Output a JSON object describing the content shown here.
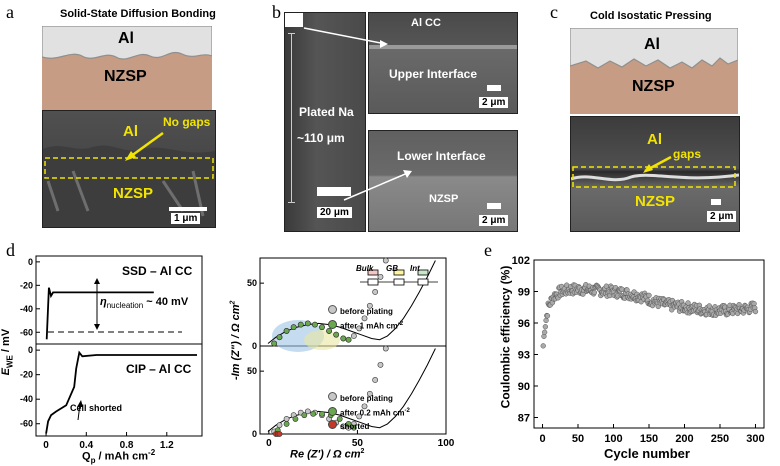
{
  "panels": {
    "a": {
      "label": "a",
      "title": "Solid-State Diffusion Bonding",
      "schematic": {
        "top": "Al",
        "bottom": "NZSP"
      },
      "sem": {
        "al": "Al",
        "nzsp": "NZSP",
        "annotation": "No gaps",
        "scale": "1 μm"
      }
    },
    "b": {
      "label": "b",
      "left": {
        "plated": "Plated Na",
        "thickness": "~110 μm",
        "scale": "20 μm"
      },
      "upper": {
        "cc": "Al CC",
        "interface": "Upper Interface",
        "scale": "2 μm"
      },
      "lower": {
        "interface": "Lower Interface",
        "nzsp": "NZSP",
        "scale": "2 μm"
      }
    },
    "c": {
      "label": "c",
      "title": "Cold Isostatic Pressing",
      "schematic": {
        "top": "Al",
        "bottom": "NZSP"
      },
      "sem": {
        "al": "Al",
        "nzsp": "NZSP",
        "annotation": "gaps",
        "scale": "2 μm"
      }
    },
    "d": {
      "label": "d",
      "top_title": "SSD – Al CC",
      "bottom_title": "CIP – Al CC",
      "nucleation": "η",
      "nucleation_sub": "nucleation",
      "nucleation_value": "~ 40 mV",
      "shorted": "Cell shorted",
      "ylabel": "E",
      "ylabel_sub": "WE",
      "ylabel_unit": " / mV",
      "xlabel": "Q",
      "xlabel_sub": "p",
      "xlabel_unit": " / mAh cm",
      "xlabel_sup": "-2",
      "top_yticks": [
        "0",
        "-20",
        "-40",
        "-60"
      ],
      "bottom_yticks": [
        "0",
        "-20",
        "-40",
        "-60"
      ],
      "xticks": [
        "0",
        "0.4",
        "0.8",
        "1.2"
      ]
    },
    "imp": {
      "ylabel": "-Im (Z\") / Ω cm",
      "ylabel_sup": "2",
      "xlabel": "Re (Z') / Ω cm",
      "xlabel_sup": "2",
      "circuit": [
        "Bulk",
        "GB",
        "Int"
      ],
      "top_legend": [
        "before plating",
        "after 1 mAh cm"
      ],
      "top_legend_sup": "-2",
      "bottom_legend": [
        "before plating",
        "after 0.2 mAh cm",
        "shorted"
      ],
      "bottom_legend_sup": "-2",
      "yticks": [
        "50",
        "0"
      ],
      "xticks": [
        "0",
        "50",
        "100"
      ]
    },
    "e": {
      "label": "e",
      "ylabel": "Coulombic efficiency (%)",
      "xlabel": "Cycle number",
      "yticks": [
        "102",
        "99",
        "96",
        "93",
        "90",
        "87"
      ],
      "xticks": [
        "0",
        "50",
        "100",
        "150",
        "200",
        "250",
        "300"
      ]
    }
  },
  "chart_data": [
    {
      "type": "line",
      "title": "SSD – Al CC",
      "xlabel": "Qp / mAh cm-2",
      "ylabel": "EWE / mV",
      "x": [
        0,
        0.02,
        0.04,
        0.06,
        0.1,
        0.3,
        0.6,
        1.0
      ],
      "y": [
        -66,
        -22,
        -29,
        -26,
        -26,
        -26,
        -26,
        -26
      ],
      "xlim": [
        -0.1,
        1.45
      ],
      "ylim": [
        -70,
        5
      ]
    },
    {
      "type": "line",
      "title": "CIP – Al CC",
      "xlabel": "Qp / mAh cm-2",
      "ylabel": "EWE / mV",
      "x": [
        0,
        0.02,
        0.05,
        0.1,
        0.2,
        0.28,
        0.3,
        0.33,
        0.36,
        0.5,
        1.0,
        1.5
      ],
      "y": [
        -68,
        -58,
        -53,
        -50,
        -45,
        -30,
        -15,
        -2,
        -5,
        -4,
        -4,
        -4
      ],
      "xlim": [
        -0.1,
        1.55
      ],
      "ylim": [
        -70,
        5
      ]
    },
    {
      "type": "scatter",
      "xlabel": "Re (Z') / Ω cm2",
      "ylabel": "-Im (Z\") / Ω cm2",
      "series": [
        {
          "name": "before plating",
          "x": [
            3,
            6,
            10,
            14,
            18,
            22,
            26,
            30,
            34,
            38,
            42,
            45,
            48,
            51,
            54,
            57,
            60,
            63,
            66
          ],
          "y": [
            2,
            7,
            12,
            15,
            17,
            18,
            17,
            15,
            12,
            9,
            6,
            5,
            8,
            14,
            22,
            32,
            43,
            55,
            68
          ]
        },
        {
          "name": "after 1 mAh cm-2",
          "x": [
            3,
            6,
            10,
            14,
            18,
            22,
            26,
            30,
            34,
            38,
            42,
            45
          ],
          "y": [
            2,
            7,
            12,
            15,
            17,
            18,
            17,
            15,
            12,
            9,
            6,
            5
          ]
        }
      ],
      "xlim": [
        -5,
        100
      ],
      "ylim": [
        0,
        70
      ]
    },
    {
      "type": "scatter",
      "xlabel": "Re (Z') / Ω cm2",
      "ylabel": "-Im (Z\") / Ω cm2",
      "series": [
        {
          "name": "before plating",
          "x": [
            3,
            6,
            10,
            14,
            18,
            22,
            26,
            30,
            34,
            38,
            42,
            45,
            48,
            51,
            54,
            57,
            60,
            63,
            66
          ],
          "y": [
            2,
            7,
            12,
            15,
            17,
            18,
            17,
            15,
            12,
            9,
            6,
            5,
            8,
            14,
            22,
            32,
            43,
            55,
            68
          ]
        },
        {
          "name": "after 0.2 mAh cm-2",
          "x": [
            5,
            10,
            15,
            20,
            25,
            30,
            35,
            40,
            45,
            48
          ],
          "y": [
            3,
            8,
            12,
            15,
            16,
            16,
            15,
            12,
            8,
            5
          ]
        },
        {
          "name": "shorted",
          "x": [
            4,
            5,
            6
          ],
          "y": [
            0,
            0,
            0
          ]
        }
      ],
      "xlim": [
        -5,
        100
      ],
      "ylim": [
        0,
        70
      ]
    },
    {
      "type": "scatter",
      "xlabel": "Cycle number",
      "ylabel": "Coulombic efficiency (%)",
      "x_range": [
        0,
        300
      ],
      "ylim": [
        86,
        102
      ],
      "trend": {
        "x": [
          0,
          3,
          8,
          15,
          25,
          40,
          60,
          80,
          100,
          120,
          140,
          160,
          180,
          200,
          220,
          240,
          260,
          280,
          300
        ],
        "y": [
          93,
          95.5,
          97.5,
          98.5,
          99,
          99.2,
          99.2,
          99.1,
          99,
          98.8,
          98.5,
          98,
          97.7,
          97.5,
          97.3,
          97.2,
          97.2,
          97.3,
          97.5
        ]
      }
    }
  ]
}
